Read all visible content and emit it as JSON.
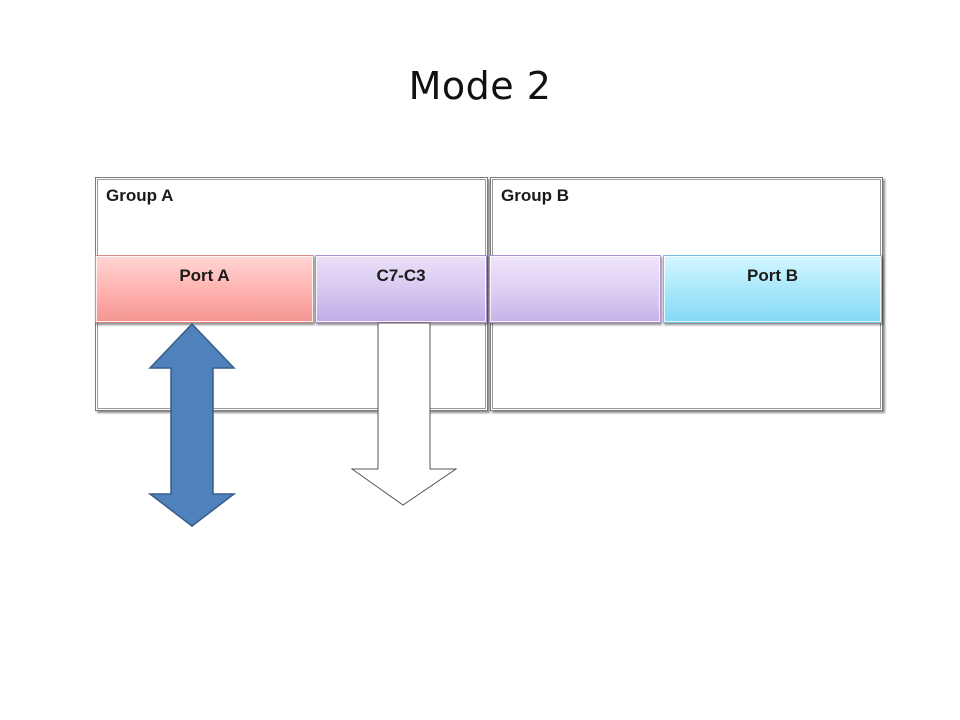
{
  "title": "Mode 2",
  "groups": [
    {
      "label": "Group A"
    },
    {
      "label": "Group B"
    }
  ],
  "ports": [
    {
      "label": "Port A",
      "color": "#ffb1ae"
    },
    {
      "label": "C7-C3",
      "color": "#d6c6f0"
    },
    {
      "label": "",
      "color": "#dccdf2"
    },
    {
      "label": "Port B",
      "color": "#a6e7fb"
    }
  ],
  "arrows": [
    {
      "kind": "double-headed",
      "fill": "#4f81bd",
      "stroke": "#385d8a"
    },
    {
      "kind": "down",
      "fill": "#ffffff",
      "stroke": "#555555"
    }
  ]
}
